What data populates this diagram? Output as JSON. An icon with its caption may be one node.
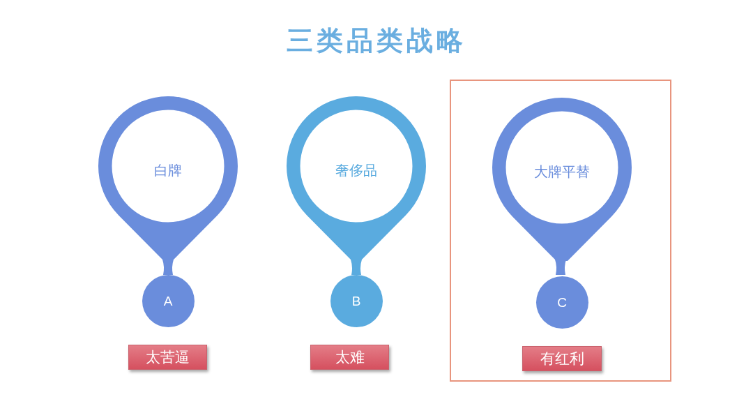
{
  "diagram": {
    "title": "三类品类战略",
    "nodes": [
      {
        "text": [
          "白牌"
        ]
      },
      {
        "text": [
          "A"
        ]
      },
      {
        "text": [
          "太苦逼"
        ]
      },
      {
        "text": [
          "奢侈品"
        ]
      },
      {
        "text": [
          "B"
        ]
      },
      {
        "text": [
          "太难"
        ]
      },
      {
        "text": [],
        "shape": "box"
      },
      {
        "text": [
          "大牌平替"
        ],
        "in": 6
      },
      {
        "text": [
          "C"
        ],
        "in": 6
      },
      {
        "text": [
          "有红利"
        ],
        "in": 6
      }
    ],
    "edges": [
      {
        "from": 0,
        "to": 1,
        "arrow": "none"
      },
      {
        "from": 3,
        "to": 4,
        "arrow": "none",
        "color": "#5aabdf"
      },
      {
        "from": 7,
        "to": 8,
        "arrow": "none"
      }
    ]
  }
}
